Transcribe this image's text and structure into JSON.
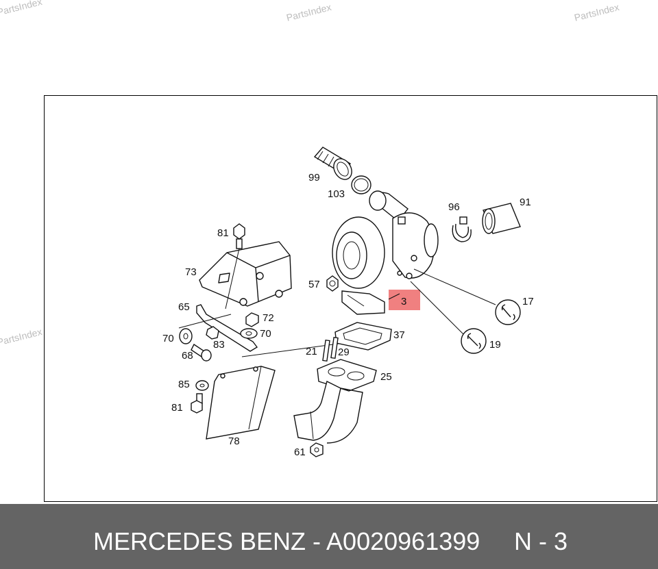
{
  "watermark": "PartsIndex",
  "footer": {
    "title": "MERCEDES BENZ - A0020961399",
    "ref": "N - 3"
  },
  "highlight": {
    "part": "3",
    "color": "#f08080"
  },
  "callouts": {
    "p99": "99",
    "p103": "103",
    "p96": "96",
    "p91": "91",
    "p81a": "81",
    "p73": "73",
    "p57": "57",
    "p3": "3",
    "p17": "17",
    "p65": "65",
    "p72": "72",
    "p70a": "70",
    "p70b": "70",
    "p83": "83",
    "p68": "68",
    "p37": "37",
    "p19": "19",
    "p21": "21",
    "p29": "29",
    "p25": "25",
    "p85": "85",
    "p81b": "81",
    "p78": "78",
    "p61": "61"
  }
}
